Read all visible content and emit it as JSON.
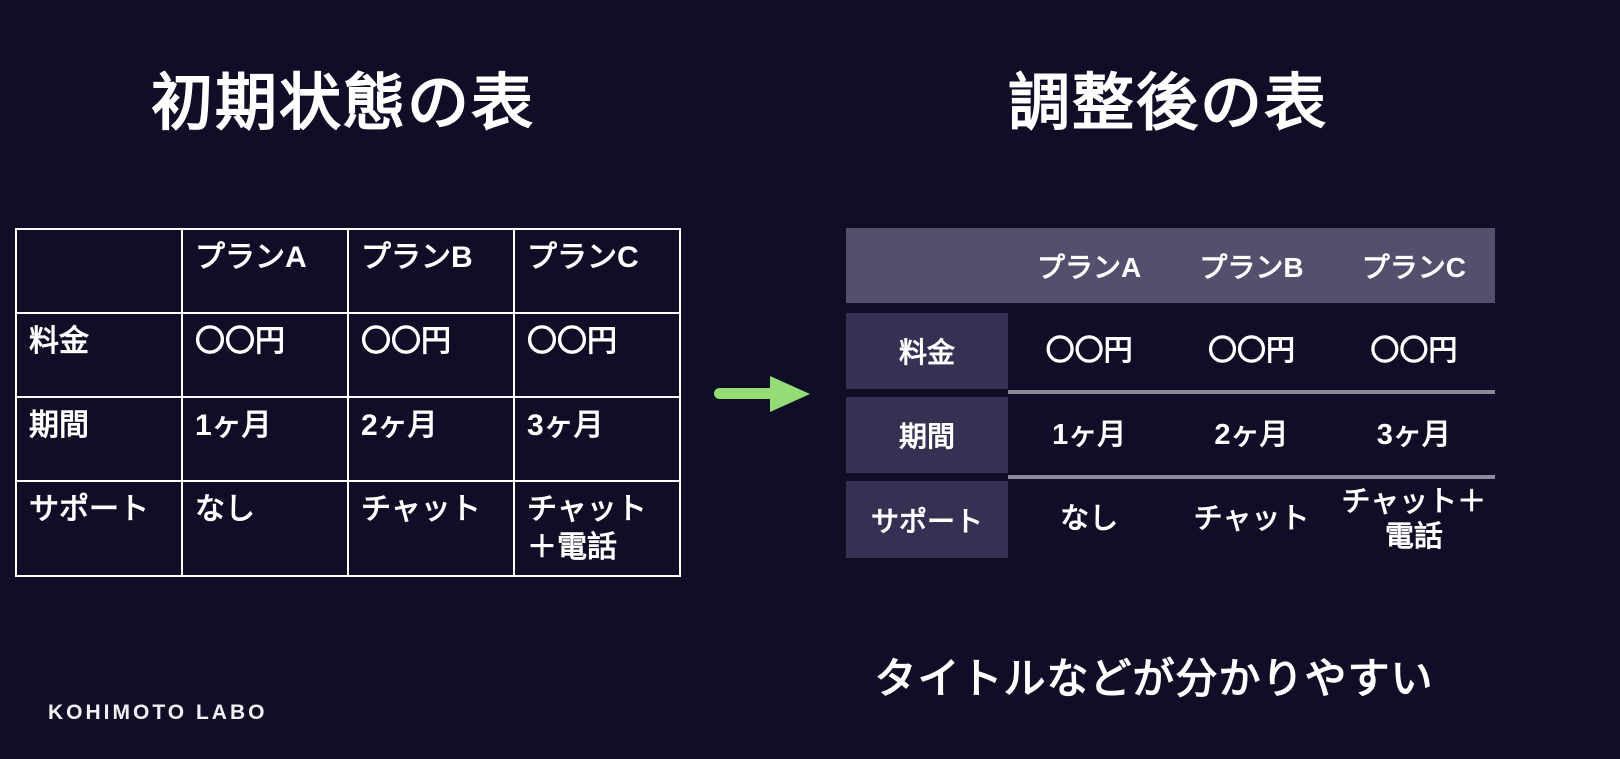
{
  "colors": {
    "background": "#100d26",
    "text": "#ffffff",
    "table_border": "#ffffff",
    "table_header_bg": "#554f6e",
    "row_header_bg": "#363152",
    "separator": "#8a8a98",
    "arrow_green": "#93dc76"
  },
  "left_panel": {
    "title": "初期状態の表",
    "table": {
      "header_row": [
        "",
        "プランA",
        "プランB",
        "プランC"
      ],
      "rows": [
        [
          "料金",
          "〇〇円",
          "〇〇円",
          "〇〇円"
        ],
        [
          "期間",
          "1ヶ月",
          "2ヶ月",
          "3ヶ月"
        ],
        [
          "サポート",
          "なし",
          "チャット",
          "チャット＋電話"
        ]
      ]
    }
  },
  "arrow": {
    "icon": "arrow-right-icon"
  },
  "right_panel": {
    "title": "調整後の表",
    "table": {
      "header_row": [
        "",
        "プランA",
        "プランB",
        "プランC"
      ],
      "rows": [
        [
          "料金",
          "〇〇円",
          "〇〇円",
          "〇〇円"
        ],
        [
          "期間",
          "1ヶ月",
          "2ヶ月",
          "3ヶ月"
        ],
        [
          "サポート",
          "なし",
          "チャット",
          "チャット＋電話"
        ]
      ]
    },
    "caption": "タイトルなどが分かりやすい"
  },
  "footer": {
    "brand": "KOHIMOTO LABO"
  }
}
